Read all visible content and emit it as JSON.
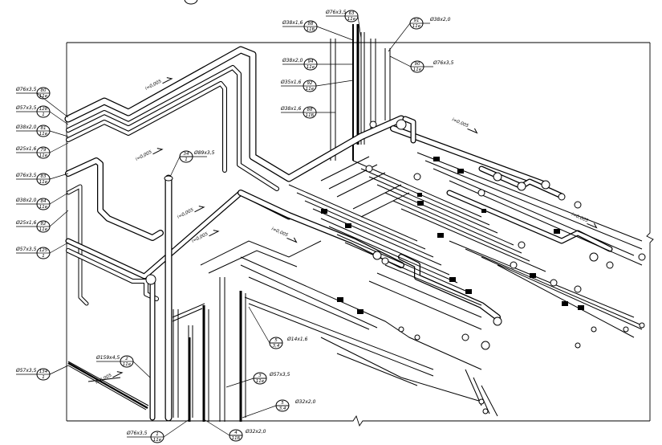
{
  "title_tag": {
    "top": "",
    "bottom": ""
  },
  "callouts_left": [
    {
      "size": "Ø76x3,5",
      "tag_top": "80",
      "tag_bottom": "11e"
    },
    {
      "size": "Ø57x3,5",
      "tag_top": "128",
      "tag_bottom": "1"
    },
    {
      "size": "Ø38x2,0",
      "tag_top": "81",
      "tag_bottom": "11e"
    },
    {
      "size": "Ø25x1,6",
      "tag_top": "79",
      "tag_bottom": "11e"
    },
    {
      "size": "Ø76x3,5",
      "tag_top": "83",
      "tag_bottom": "11e"
    },
    {
      "size": "Ø38x2,0",
      "tag_top": "84",
      "tag_bottom": "11e"
    },
    {
      "size": "Ø25x1,6",
      "tag_top": "82",
      "tag_bottom": "11e"
    },
    {
      "size": "Ø57x3,5",
      "tag_top": "125",
      "tag_bottom": "1"
    },
    {
      "size": "Ø57x3,5",
      "tag_top": "134",
      "tag_bottom": "1"
    }
  ],
  "callouts_top": [
    {
      "size": "Ø76x3,5",
      "tag_top": "63",
      "tag_bottom": "11e"
    },
    {
      "size": "Ø38x1,6",
      "tag_top": "88",
      "tag_bottom": "11Б"
    },
    {
      "size": "Ø38x2,0",
      "tag_top": "91",
      "tag_bottom": "11e"
    },
    {
      "size": "Ø38x2,0",
      "tag_top": "94",
      "tag_bottom": "11e"
    },
    {
      "size": "Ø76x3,5",
      "tag_top": "90",
      "tag_bottom": "11e"
    },
    {
      "size": "Ø35x1,6",
      "tag_top": "92",
      "tag_bottom": "11e"
    },
    {
      "size": "Ø38x1,6",
      "tag_top": "88",
      "tag_bottom": "11Б"
    }
  ],
  "callouts_body": [
    {
      "size": "Ø89x3,5",
      "tag_top": "34",
      "tag_bottom": "1"
    },
    {
      "size": "Ø159x4,5",
      "tag_top": "2",
      "tag_bottom": "11e"
    },
    {
      "size": "Ø14x1,6",
      "tag_top": "5",
      "tag_bottom": "3,4"
    },
    {
      "size": "Ø57x3,5",
      "tag_top": "3",
      "tag_bottom": "11e"
    },
    {
      "size": "Ø32x2,0",
      "tag_top": "5",
      "tag_bottom": "3,4"
    },
    {
      "size": "Ø76x3,5",
      "tag_top": "1",
      "tag_bottom": "11e"
    },
    {
      "size": "Ø32x2,0",
      "tag_top": "4",
      "tag_bottom": "11Б"
    }
  ],
  "slope_labels": [
    "i=0,005",
    "i=0,005",
    "i=0,005",
    "i=0,005",
    "i=0,005",
    "i=0,005",
    "i=0,005",
    "i=0,005"
  ]
}
